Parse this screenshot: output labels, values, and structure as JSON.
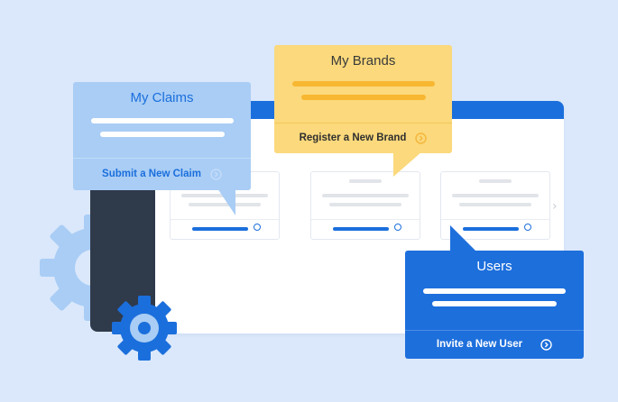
{
  "colors": {
    "background": "#dbe8fb",
    "primary_blue": "#1b6fdc",
    "sidebar_dark": "#2f3a4b",
    "claims_blue": "#a9cdf5",
    "brands_yellow": "#fbd97c",
    "users_blue": "#1d6fdc"
  },
  "claims": {
    "title": "My Claims",
    "action": "Submit a New Claim",
    "action_icon": "circle-chevron-right-icon"
  },
  "brands": {
    "title": "My Brands",
    "action": "Register a New Brand",
    "action_icon": "circle-chevron-right-icon"
  },
  "users": {
    "title": "Users",
    "action": "Invite a New User",
    "action_icon": "circle-chevron-right-icon"
  },
  "icons": {
    "large_gear": "gear-icon",
    "small_gear": "gear-icon",
    "carousel_next": "chevron-right-icon"
  }
}
